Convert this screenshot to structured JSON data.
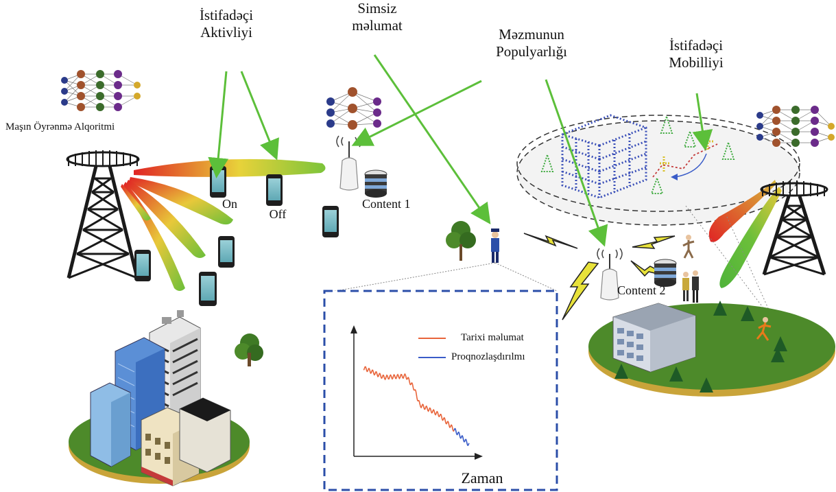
{
  "labels": {
    "activity_line1": "İstifadəçi",
    "activity_line2": "Aktivliyi",
    "wireless_line1": "Simsiz",
    "wireless_line2": "məlumat",
    "popularity_line1": "Məzmunun",
    "popularity_line2": "Populyarlığı",
    "mobility_line1": "İstifadəçi",
    "mobility_line2": "Mobilliyi",
    "ml_algorithm": "Maşın Öyrənmə Alqoritmi",
    "on": "On",
    "off": "Off",
    "content1": "Content 1",
    "content2": "Content 2",
    "legend_historical": "Tarixi məlumat",
    "legend_forecast": "Proqnozlaşdırılmı",
    "time_axis": "Zaman"
  },
  "colors": {
    "arrow": "#5cbf3a",
    "historical": "#e8643a",
    "forecast": "#3a5cc8",
    "inset_border": "#2b4ea8",
    "beam_red": "#e02424",
    "beam_yellow": "#e8d23a",
    "beam_green": "#4fb33a",
    "ground": "#4d8a2a",
    "ground_rim": "#c9a43a"
  }
}
